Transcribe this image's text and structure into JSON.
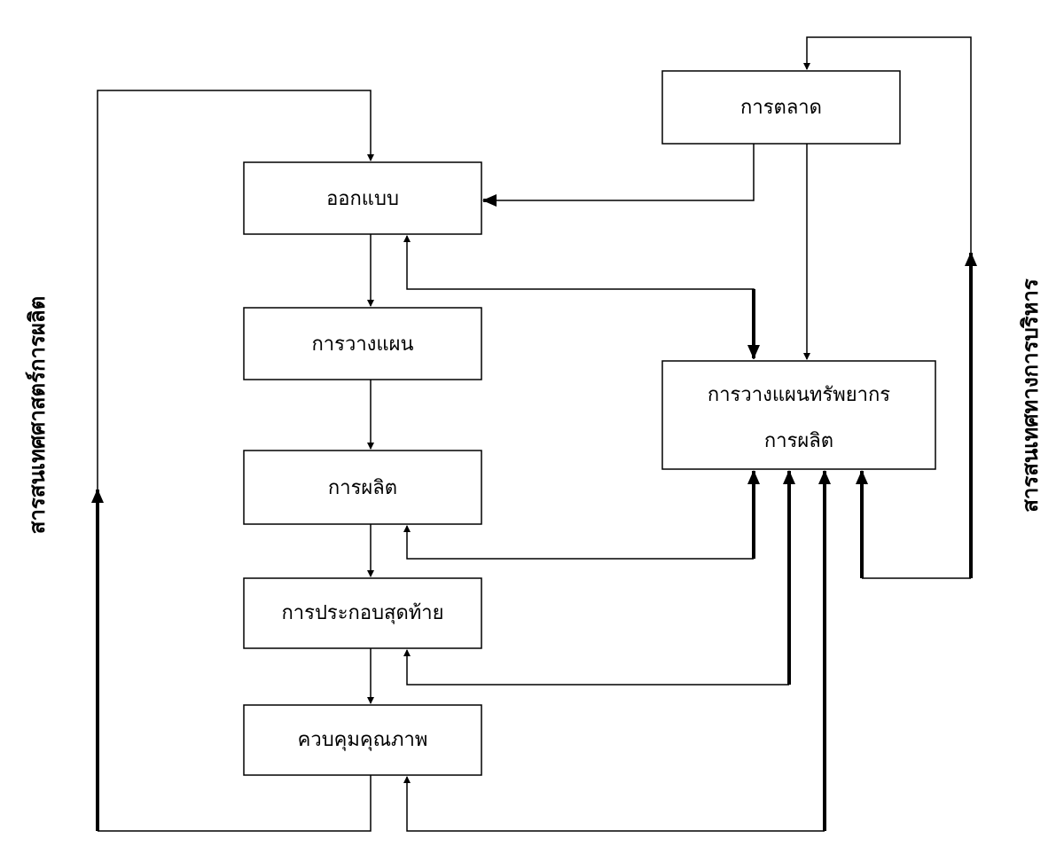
{
  "nodes": {
    "design": "ออกแบบ",
    "planning": "การวางแผน",
    "production": "การผลิต",
    "final_assembly": "การประกอบสุดท้าย",
    "quality_control": "ควบคุมคุณภาพ",
    "marketing": "การตลาด",
    "resource_planning_line1": "การวางแผนทรัพยากร",
    "resource_planning_line2": "การผลิต"
  },
  "side_labels": {
    "left": "สารสนเทศศาสตร์การผลิต",
    "right": "สารสนเทศทางการบริหาร"
  }
}
